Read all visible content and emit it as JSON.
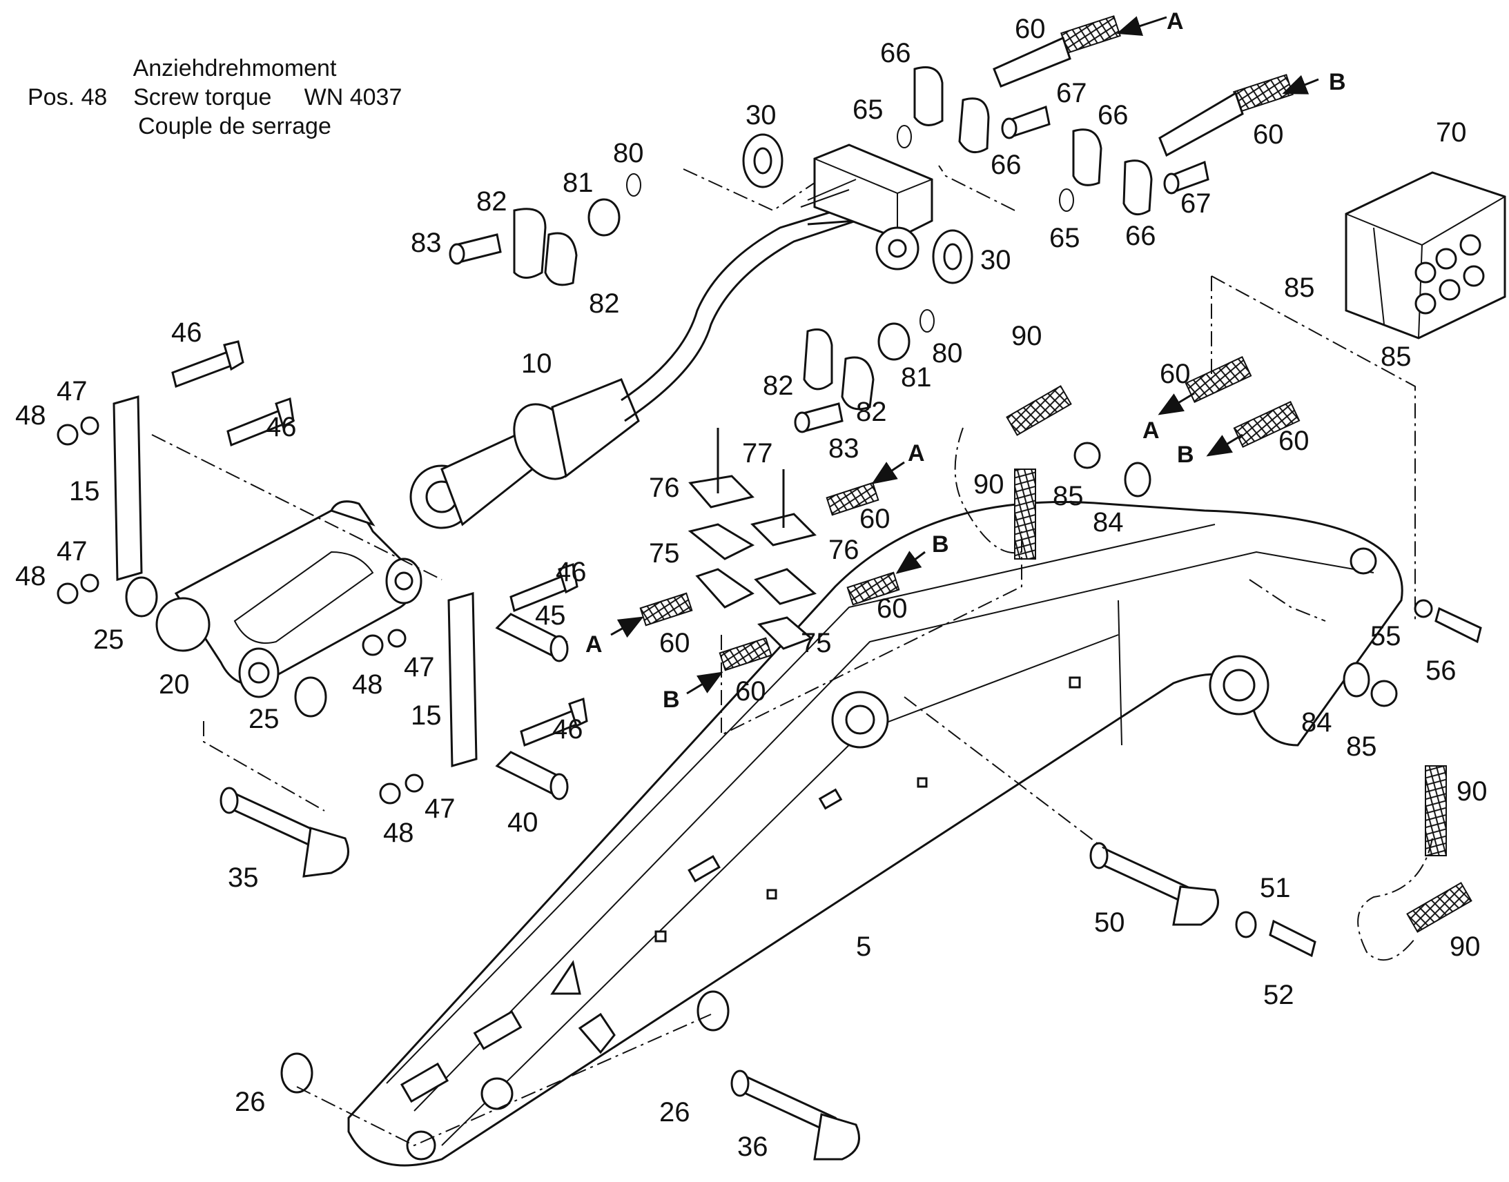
{
  "header": {
    "line1": "Anziehdrehmoment",
    "line2": "Pos. 48    Screw torque     WN 4037",
    "line3": "Couple de serrage"
  },
  "labels": [
    {
      "id": "60",
      "t": "60"
    },
    {
      "id": "66",
      "t": "66"
    },
    {
      "id": "67",
      "t": "67"
    },
    {
      "id": "30",
      "t": "30"
    },
    {
      "id": "65",
      "t": "65"
    },
    {
      "id": "80",
      "t": "80"
    },
    {
      "id": "81",
      "t": "81"
    },
    {
      "id": "82",
      "t": "82"
    },
    {
      "id": "83",
      "t": "83"
    },
    {
      "id": "10",
      "t": "10"
    },
    {
      "id": "46",
      "t": "46"
    },
    {
      "id": "47",
      "t": "47"
    },
    {
      "id": "48",
      "t": "48"
    },
    {
      "id": "15",
      "t": "15"
    },
    {
      "id": "25",
      "t": "25"
    },
    {
      "id": "20",
      "t": "20"
    },
    {
      "id": "45",
      "t": "45"
    },
    {
      "id": "40",
      "t": "40"
    },
    {
      "id": "35",
      "t": "35"
    },
    {
      "id": "70",
      "t": "70"
    },
    {
      "id": "85",
      "t": "85"
    },
    {
      "id": "90",
      "t": "90"
    },
    {
      "id": "84",
      "t": "84"
    },
    {
      "id": "77",
      "t": "77"
    },
    {
      "id": "76",
      "t": "76"
    },
    {
      "id": "75",
      "t": "75"
    },
    {
      "id": "55",
      "t": "55"
    },
    {
      "id": "56",
      "t": "56"
    },
    {
      "id": "50",
      "t": "50"
    },
    {
      "id": "51",
      "t": "51"
    },
    {
      "id": "52",
      "t": "52"
    },
    {
      "id": "5",
      "t": "5"
    },
    {
      "id": "26",
      "t": "26"
    },
    {
      "id": "36",
      "t": "36"
    },
    {
      "id": "A",
      "t": "A"
    },
    {
      "id": "B",
      "t": "B"
    }
  ]
}
